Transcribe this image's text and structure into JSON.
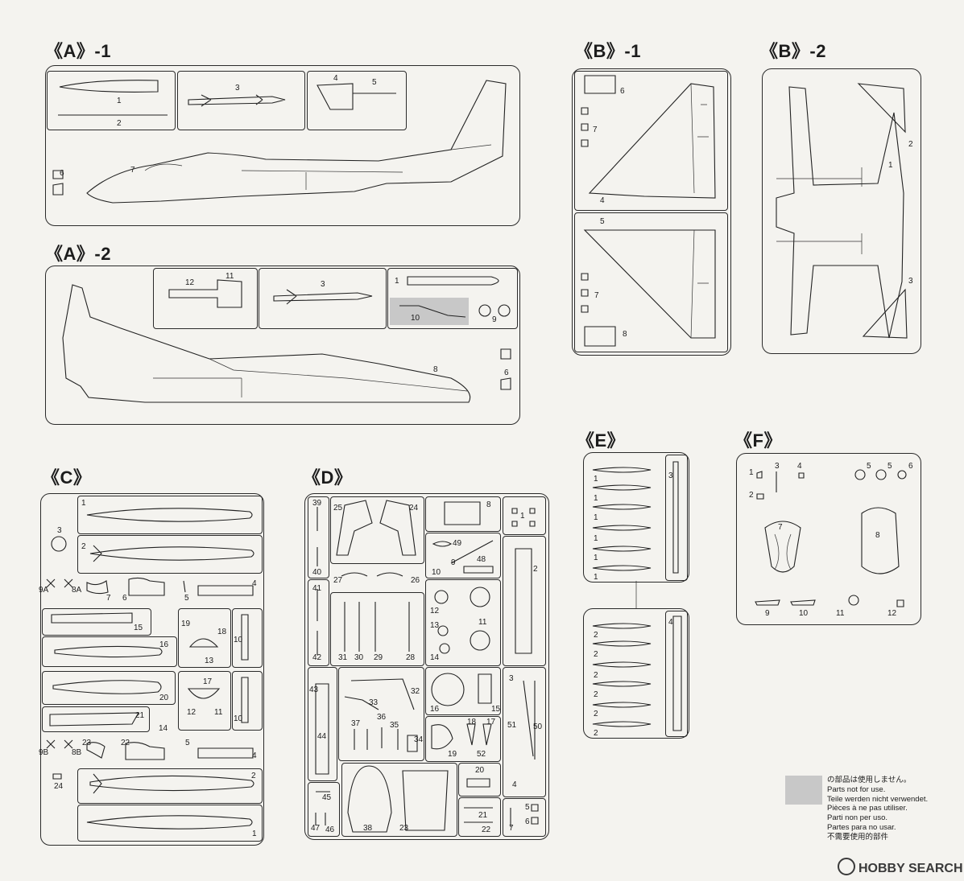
{
  "sections": {
    "a1": "《A》-1",
    "a2": "《A》-2",
    "b1": "《B》-1",
    "b2": "《B》-2",
    "c": "《C》",
    "d": "《D》",
    "e": "《E》",
    "f": "《F》"
  },
  "legend": {
    "swatch_color": "#c8c8c8",
    "lines": [
      "の部品は使用しません。",
      "Parts not for use.",
      "Teile werden nicht verwendet.",
      "Pièces à ne pas utiliser.",
      "Parti non per uso.",
      "Partes para no usar.",
      "不需要使用的部件"
    ]
  },
  "watermark": "HOBBY SEARCH",
  "part_numbers": {
    "a1": [
      "1",
      "2",
      "3",
      "4",
      "5",
      "6",
      "7"
    ],
    "a2": [
      "12",
      "11",
      "3",
      "1",
      "10",
      "9",
      "8",
      "6"
    ],
    "b1": [
      "6",
      "7",
      "4",
      "5",
      "7",
      "8"
    ],
    "b2": [
      "2",
      "1",
      "3"
    ],
    "c": [
      "1",
      "2",
      "3",
      "9A",
      "8A",
      "7",
      "6",
      "5",
      "4",
      "15",
      "19",
      "18",
      "10",
      "16",
      "13",
      "17",
      "20",
      "21",
      "14",
      "12",
      "11",
      "10",
      "9B",
      "8B",
      "23",
      "22",
      "5",
      "4",
      "24",
      "2",
      "1"
    ],
    "d": [
      "39",
      "40",
      "25",
      "24",
      "8",
      "1",
      "49",
      "9",
      "48",
      "10",
      "2",
      "27",
      "26",
      "41",
      "42",
      "31",
      "30",
      "29",
      "28",
      "12",
      "13",
      "14",
      "11",
      "43",
      "44",
      "33",
      "32",
      "16",
      "15",
      "3",
      "37",
      "36",
      "35",
      "34",
      "18",
      "17",
      "19",
      "52",
      "51",
      "50",
      "20",
      "45",
      "47",
      "46",
      "38",
      "23",
      "21",
      "22",
      "5",
      "6",
      "7",
      "4"
    ],
    "e": [
      "1",
      "1",
      "1",
      "1",
      "1",
      "1",
      "3",
      "2",
      "2",
      "2",
      "2",
      "2",
      "2",
      "4"
    ],
    "f": [
      "1",
      "3",
      "4",
      "5",
      "5",
      "6",
      "2",
      "7",
      "8",
      "9",
      "10",
      "11",
      "12"
    ]
  }
}
